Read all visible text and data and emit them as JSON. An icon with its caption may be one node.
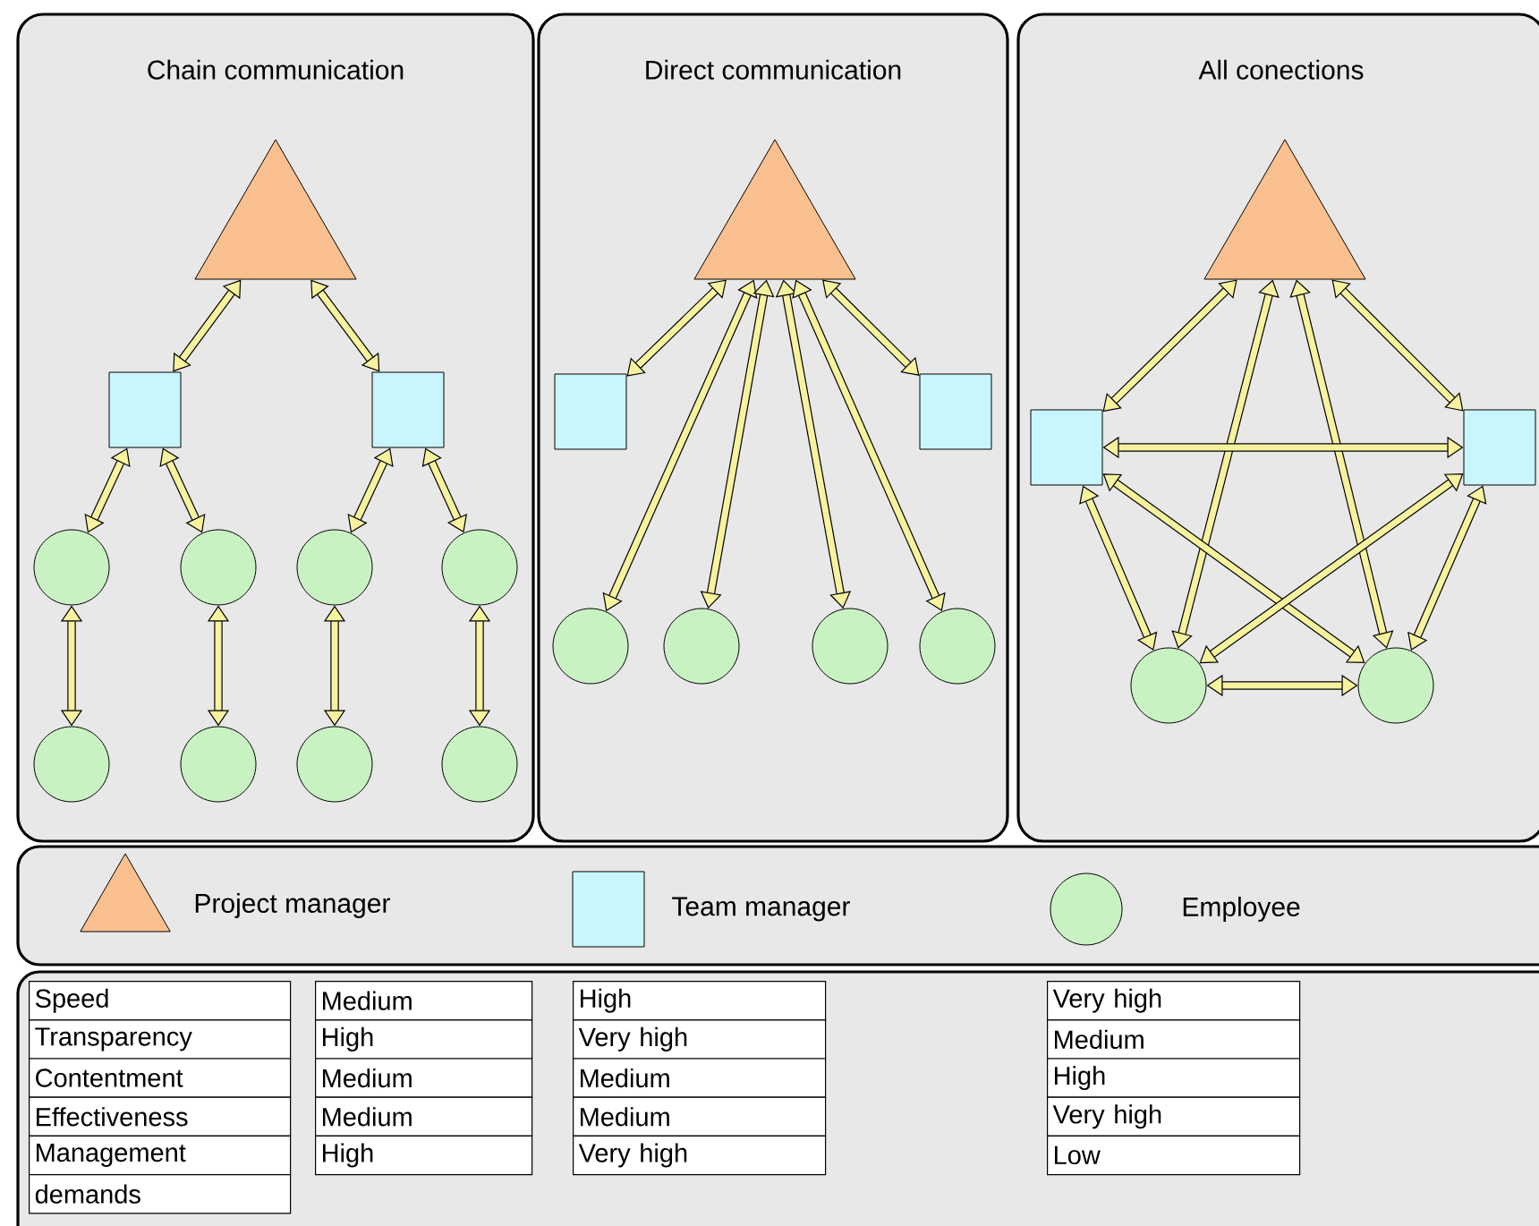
{
  "diagram": {
    "nodes": [
      {
        "text": [
          "Chain communication"
        ]
      },
      {
        "text": [],
        "shape": "triangle",
        "in": 0
      },
      {
        "text": [],
        "shape": "box",
        "in": 0
      },
      {
        "text": [],
        "shape": "box",
        "in": 0
      },
      {
        "text": [],
        "shape": "circle",
        "in": 0
      },
      {
        "text": [],
        "shape": "circle",
        "in": 0
      },
      {
        "text": [],
        "shape": "circle",
        "in": 0
      },
      {
        "text": [],
        "shape": "circle",
        "in": 0
      },
      {
        "text": [],
        "shape": "circle",
        "in": 0
      },
      {
        "text": [],
        "shape": "circle",
        "in": 0
      },
      {
        "text": [],
        "shape": "circle",
        "in": 0
      },
      {
        "text": [],
        "shape": "circle",
        "in": 0
      },
      {
        "text": [
          "Direct communication"
        ]
      },
      {
        "text": [],
        "shape": "triangle",
        "in": 12
      },
      {
        "text": [],
        "shape": "box",
        "in": 12
      },
      {
        "text": [],
        "shape": "box",
        "in": 12
      },
      {
        "text": [],
        "shape": "circle",
        "in": 12
      },
      {
        "text": [],
        "shape": "circle",
        "in": 12
      },
      {
        "text": [],
        "shape": "circle",
        "in": 12
      },
      {
        "text": [],
        "shape": "circle",
        "in": 12
      },
      {
        "text": [
          "All conections"
        ]
      },
      {
        "text": [],
        "shape": "triangle",
        "in": 20
      },
      {
        "text": [],
        "shape": "box",
        "in": 20
      },
      {
        "text": [],
        "shape": "box",
        "in": 20
      },
      {
        "text": [],
        "shape": "circle",
        "in": 20
      },
      {
        "text": [],
        "shape": "circle",
        "in": 20
      }
    ],
    "edges": [
      {
        "from": 1,
        "to": 2,
        "arrow": "both"
      },
      {
        "from": 1,
        "to": 3,
        "arrow": "both"
      },
      {
        "from": 2,
        "to": 4,
        "arrow": "both"
      },
      {
        "from": 2,
        "to": 5,
        "arrow": "both"
      },
      {
        "from": 3,
        "to": 6,
        "arrow": "both"
      },
      {
        "from": 3,
        "to": 7,
        "arrow": "both"
      },
      {
        "from": 4,
        "to": 8,
        "arrow": "both"
      },
      {
        "from": 5,
        "to": 9,
        "arrow": "both"
      },
      {
        "from": 6,
        "to": 10,
        "arrow": "both"
      },
      {
        "from": 7,
        "to": 11,
        "arrow": "both"
      },
      {
        "from": 13,
        "to": 14,
        "arrow": "both"
      },
      {
        "from": 13,
        "to": 16,
        "arrow": "both"
      },
      {
        "from": 13,
        "to": 17,
        "arrow": "both"
      },
      {
        "from": 13,
        "to": 18,
        "arrow": "both"
      },
      {
        "from": 13,
        "to": 19,
        "arrow": "both"
      },
      {
        "from": 13,
        "to": 15,
        "arrow": "both"
      },
      {
        "from": 21,
        "to": 22,
        "arrow": "both"
      },
      {
        "from": 21,
        "to": 23,
        "arrow": "both"
      },
      {
        "from": 21,
        "to": 24,
        "arrow": "both"
      },
      {
        "from": 21,
        "to": 25,
        "arrow": "both"
      },
      {
        "from": 22,
        "to": 23,
        "arrow": "both"
      },
      {
        "from": 22,
        "to": 24,
        "arrow": "both"
      },
      {
        "from": 22,
        "to": 25,
        "arrow": "both"
      },
      {
        "from": 23,
        "to": 24,
        "arrow": "both"
      },
      {
        "from": 23,
        "to": 25,
        "arrow": "both"
      },
      {
        "from": 24,
        "to": 25,
        "arrow": "both"
      }
    ],
    "labels": [
      "Speed",
      "Medium",
      "High",
      "Very high",
      "Transparency",
      "High",
      "Very high",
      "Medium",
      "Contentment",
      "Medium",
      "Medium",
      "High",
      "Effectiveness",
      "Medium",
      "Medium",
      "Very high",
      "Management",
      "High",
      "Very high",
      "Low",
      "demands"
    ],
    "legend": [
      {
        "text": "Project manager"
      },
      {
        "text": "Team manager"
      },
      {
        "text": "Employee"
      }
    ]
  }
}
